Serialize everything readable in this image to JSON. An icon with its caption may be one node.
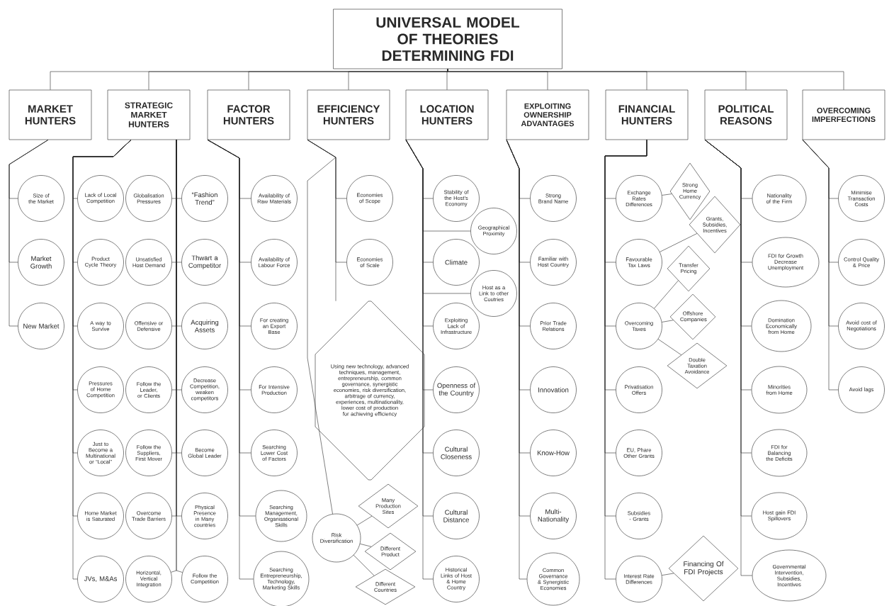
{
  "diagram": {
    "nodes": [
      {
        "text": [
          "UNIVERSAL MODEL OF THEORIES DETERMINING FDI"
        ]
      },
      {
        "text": [
          "MARKET HUNTERS"
        ]
      },
      {
        "text": [
          "STRATEGIC MARKET HUNTERS"
        ]
      },
      {
        "text": [
          "FACTOR HUNTERS"
        ]
      },
      {
        "text": [
          "EFFICIENCY HUNTERS"
        ]
      },
      {
        "text": [
          "LOCATION HUNTERS"
        ]
      },
      {
        "text": [
          "EXPLOITING OWNERSHIP ADVANTAGES"
        ]
      },
      {
        "text": [
          "FINANCIAL HUNTERS"
        ]
      },
      {
        "text": [
          "POLITICAL REASONS"
        ]
      },
      {
        "text": [
          "OVERCOMING IMPERFECTIONS"
        ]
      },
      {
        "text": [
          "Size of the Market"
        ]
      },
      {
        "text": [
          "Market Growth"
        ]
      },
      {
        "text": [
          "New Market"
        ]
      },
      {
        "text": [
          "Lack of Local Competition"
        ]
      },
      {
        "text": [
          "Product Cycle Theory"
        ]
      },
      {
        "text": [
          "A way to Survive"
        ]
      },
      {
        "text": [
          "Pressures of Home Competition"
        ]
      },
      {
        "text": [
          "Just to Become a Multinational or “Local”"
        ]
      },
      {
        "text": [
          "Home Market is Saturated"
        ]
      },
      {
        "text": [
          "JVs, M&As"
        ]
      },
      {
        "text": [
          "Globalisation Pressures"
        ]
      },
      {
        "text": [
          "Unsatisfied Host Demand"
        ]
      },
      {
        "text": [
          "Offensive or Defensive"
        ]
      },
      {
        "text": [
          "Follow the Leader, or Clients"
        ]
      },
      {
        "text": [
          "Follow the Suppliers, First Mover"
        ]
      },
      {
        "text": [
          "Overcome Trade Barriers"
        ]
      },
      {
        "text": [
          "Horizontal, Vertical Integration"
        ]
      },
      {
        "text": [
          "“Fashion Trend”"
        ]
      },
      {
        "text": [
          "Thwart a Competitor"
        ]
      },
      {
        "text": [
          "Acquiring Assets"
        ]
      },
      {
        "text": [
          "Decrease Competition, weaken competitors"
        ]
      },
      {
        "text": [
          "Become Global Leader"
        ]
      },
      {
        "text": [
          "Physical Presence in Many countries"
        ]
      },
      {
        "text": [
          "Follow the Competition"
        ]
      },
      {
        "text": [
          "Availability of Raw Materials"
        ]
      },
      {
        "text": [
          "Availability of Labour Force"
        ]
      },
      {
        "text": [
          "For creating an Export Base"
        ]
      },
      {
        "text": [
          "For Intensive Production"
        ]
      },
      {
        "text": [
          "Searching Lower Cost of Factors"
        ]
      },
      {
        "text": [
          "Searching Management, Organisational Skills"
        ]
      },
      {
        "text": [
          "Searching Entrepreneurship, Technology, Marketing Skills"
        ]
      },
      {
        "text": [
          "Economies of Scope"
        ]
      },
      {
        "text": [
          "Economies of Scale"
        ]
      },
      {
        "text": [
          "Using new technology, advanced techniques, management, entrepreneurship, common governance, synergistic economies, risk diversification, arbitrage of currency, experiences, multinationality, lower cost of production for achieving efficiency"
        ]
      },
      {
        "text": [
          "Risk Diversification"
        ]
      },
      {
        "text": [
          "Many Production Sites"
        ]
      },
      {
        "text": [
          "Different Product"
        ]
      },
      {
        "text": [
          "Different Countries"
        ]
      },
      {
        "text": [
          "Stability of the Host’s Economy"
        ]
      },
      {
        "text": [
          "Geographical Proximity"
        ]
      },
      {
        "text": [
          "Climate"
        ]
      },
      {
        "text": [
          "Host as a Link to other Coutries"
        ]
      },
      {
        "text": [
          "Exploiting Lack of Infrastructure"
        ]
      },
      {
        "text": [
          "Openness of the Country"
        ]
      },
      {
        "text": [
          "Cultural Closeness"
        ]
      },
      {
        "text": [
          "Cultural Distance"
        ]
      },
      {
        "text": [
          "Historical Links of Host & Home Country"
        ]
      },
      {
        "text": [
          "Strong Brand Name"
        ]
      },
      {
        "text": [
          "Familiar with Host Country"
        ]
      },
      {
        "text": [
          "Prior Trade Relations"
        ]
      },
      {
        "text": [
          "Innovation"
        ]
      },
      {
        "text": [
          "Know-How"
        ]
      },
      {
        "text": [
          "Multi-Nationality"
        ]
      },
      {
        "text": [
          "Common Governance & Synergistic Economies"
        ]
      },
      {
        "text": [
          "Exchange Rates Differences"
        ]
      },
      {
        "text": [
          "Strong Home Currency"
        ]
      },
      {
        "text": [
          "Favourable Tax Laws"
        ]
      },
      {
        "text": [
          "Grants, Subsidies, Incentives"
        ]
      },
      {
        "text": [
          "Transfer Pricing"
        ]
      },
      {
        "text": [
          "Overcoming Taxes"
        ]
      },
      {
        "text": [
          "Offshore Companies"
        ]
      },
      {
        "text": [
          "Double Taxation Avoidance"
        ]
      },
      {
        "text": [
          "Privatisation Offers"
        ]
      },
      {
        "text": [
          "EU, Phare Other Grants"
        ]
      },
      {
        "text": [
          "Subsidies - Grants"
        ]
      },
      {
        "text": [
          "Interest Rate Differences"
        ]
      },
      {
        "text": [
          "Financing Of FDI Projects"
        ]
      },
      {
        "text": [
          "Nationality of the Firm"
        ]
      },
      {
        "text": [
          "FDI for Growth Decrease Unemployment"
        ]
      },
      {
        "text": [
          "Domination Economically from Home"
        ]
      },
      {
        "text": [
          "Minorities from Home"
        ]
      },
      {
        "text": [
          "FDI for Balancing the Deficits"
        ]
      },
      {
        "text": [
          "Host gain FDI Spillovers"
        ]
      },
      {
        "text": [
          "Governmental Intervention, Subsidies, Incentives"
        ]
      },
      {
        "text": [
          "Minimise Transaction Costs"
        ]
      },
      {
        "text": [
          "Control Quality & Price"
        ]
      },
      {
        "text": [
          "Avoid cost of Negotiations"
        ]
      },
      {
        "text": [
          "Avoid lags"
        ]
      }
    ],
    "edges": [
      {
        "from": 0,
        "to": 1,
        "arrow": "none"
      },
      {
        "from": 0,
        "to": 2,
        "arrow": "none"
      },
      {
        "from": 0,
        "to": 3,
        "arrow": "none"
      },
      {
        "from": 0,
        "to": 4,
        "arrow": "none"
      },
      {
        "from": 0,
        "to": 5,
        "arrow": "none"
      },
      {
        "from": 0,
        "to": 6,
        "arrow": "none"
      },
      {
        "from": 0,
        "to": 7,
        "arrow": "none"
      },
      {
        "from": 0,
        "to": 8,
        "arrow": "none"
      },
      {
        "from": 0,
        "to": 9,
        "arrow": "none"
      },
      {
        "from": 1,
        "to": 10,
        "arrow": "none"
      },
      {
        "from": 1,
        "to": 11,
        "arrow": "none"
      },
      {
        "from": 1,
        "to": 12,
        "arrow": "none"
      },
      {
        "from": 2,
        "to": 13,
        "arrow": "none"
      },
      {
        "from": 2,
        "to": 14,
        "arrow": "none"
      },
      {
        "from": 2,
        "to": 15,
        "arrow": "none"
      },
      {
        "from": 2,
        "to": 16,
        "arrow": "none"
      },
      {
        "from": 2,
        "to": 17,
        "arrow": "none"
      },
      {
        "from": 2,
        "to": 18,
        "arrow": "none"
      },
      {
        "from": 2,
        "to": 19,
        "arrow": "none"
      },
      {
        "from": 2,
        "to": 20,
        "arrow": "none"
      },
      {
        "from": 2,
        "to": 21,
        "arrow": "none"
      },
      {
        "from": 2,
        "to": 22,
        "arrow": "none"
      },
      {
        "from": 2,
        "to": 23,
        "arrow": "none"
      },
      {
        "from": 2,
        "to": 24,
        "arrow": "none"
      },
      {
        "from": 2,
        "to": 25,
        "arrow": "none"
      },
      {
        "from": 2,
        "to": 26,
        "arrow": "none"
      },
      {
        "from": 2,
        "to": 27,
        "arrow": "none"
      },
      {
        "from": 2,
        "to": 28,
        "arrow": "none"
      },
      {
        "from": 2,
        "to": 29,
        "arrow": "none"
      },
      {
        "from": 2,
        "to": 30,
        "arrow": "none"
      },
      {
        "from": 2,
        "to": 31,
        "arrow": "none"
      },
      {
        "from": 2,
        "to": 32,
        "arrow": "none"
      },
      {
        "from": 2,
        "to": 33,
        "arrow": "none"
      },
      {
        "from": 3,
        "to": 34,
        "arrow": "none"
      },
      {
        "from": 3,
        "to": 35,
        "arrow": "none"
      },
      {
        "from": 3,
        "to": 36,
        "arrow": "none"
      },
      {
        "from": 3,
        "to": 37,
        "arrow": "none"
      },
      {
        "from": 3,
        "to": 38,
        "arrow": "none"
      },
      {
        "from": 3,
        "to": 39,
        "arrow": "none"
      },
      {
        "from": 3,
        "to": 40,
        "arrow": "none"
      },
      {
        "from": 4,
        "to": 41,
        "arrow": "none"
      },
      {
        "from": 4,
        "to": 42,
        "arrow": "none"
      },
      {
        "from": 4,
        "to": 43,
        "arrow": "none"
      },
      {
        "from": 4,
        "to": 44,
        "arrow": "none"
      },
      {
        "from": 44,
        "to": 45,
        "arrow": "none"
      },
      {
        "from": 44,
        "to": 46,
        "arrow": "none"
      },
      {
        "from": 44,
        "to": 47,
        "arrow": "none"
      },
      {
        "from": 5,
        "to": 48,
        "arrow": "none"
      },
      {
        "from": 5,
        "to": 49,
        "arrow": "none"
      },
      {
        "from": 5,
        "to": 50,
        "arrow": "none"
      },
      {
        "from": 5,
        "to": 51,
        "arrow": "none"
      },
      {
        "from": 5,
        "to": 52,
        "arrow": "none"
      },
      {
        "from": 5,
        "to": 53,
        "arrow": "none"
      },
      {
        "from": 5,
        "to": 54,
        "arrow": "none"
      },
      {
        "from": 5,
        "to": 55,
        "arrow": "none"
      },
      {
        "from": 5,
        "to": 56,
        "arrow": "none"
      },
      {
        "from": 6,
        "to": 57,
        "arrow": "none"
      },
      {
        "from": 6,
        "to": 58,
        "arrow": "none"
      },
      {
        "from": 6,
        "to": 59,
        "arrow": "none"
      },
      {
        "from": 6,
        "to": 60,
        "arrow": "none"
      },
      {
        "from": 6,
        "to": 61,
        "arrow": "none"
      },
      {
        "from": 6,
        "to": 62,
        "arrow": "none"
      },
      {
        "from": 6,
        "to": 63,
        "arrow": "none"
      },
      {
        "from": 7,
        "to": 64,
        "arrow": "none"
      },
      {
        "from": 7,
        "to": 66,
        "arrow": "none"
      },
      {
        "from": 7,
        "to": 69,
        "arrow": "none"
      },
      {
        "from": 7,
        "to": 72,
        "arrow": "none"
      },
      {
        "from": 7,
        "to": 73,
        "arrow": "none"
      },
      {
        "from": 7,
        "to": 74,
        "arrow": "none"
      },
      {
        "from": 7,
        "to": 75,
        "arrow": "none"
      },
      {
        "from": 64,
        "to": 65,
        "arrow": "none"
      },
      {
        "from": 66,
        "to": 67,
        "arrow": "none"
      },
      {
        "from": 69,
        "to": 68,
        "arrow": "none"
      },
      {
        "from": 69,
        "to": 70,
        "arrow": "none"
      },
      {
        "from": 69,
        "to": 71,
        "arrow": "none"
      },
      {
        "from": 75,
        "to": 76,
        "arrow": "none"
      },
      {
        "from": 8,
        "to": 77,
        "arrow": "none"
      },
      {
        "from": 8,
        "to": 78,
        "arrow": "none"
      },
      {
        "from": 8,
        "to": 79,
        "arrow": "none"
      },
      {
        "from": 8,
        "to": 80,
        "arrow": "none"
      },
      {
        "from": 8,
        "to": 81,
        "arrow": "none"
      },
      {
        "from": 8,
        "to": 82,
        "arrow": "none"
      },
      {
        "from": 8,
        "to": 83,
        "arrow": "none"
      },
      {
        "from": 9,
        "to": 84,
        "arrow": "none"
      },
      {
        "from": 9,
        "to": 85,
        "arrow": "none"
      },
      {
        "from": 9,
        "to": 86,
        "arrow": "none"
      },
      {
        "from": 9,
        "to": 87,
        "arrow": "none"
      }
    ]
  }
}
